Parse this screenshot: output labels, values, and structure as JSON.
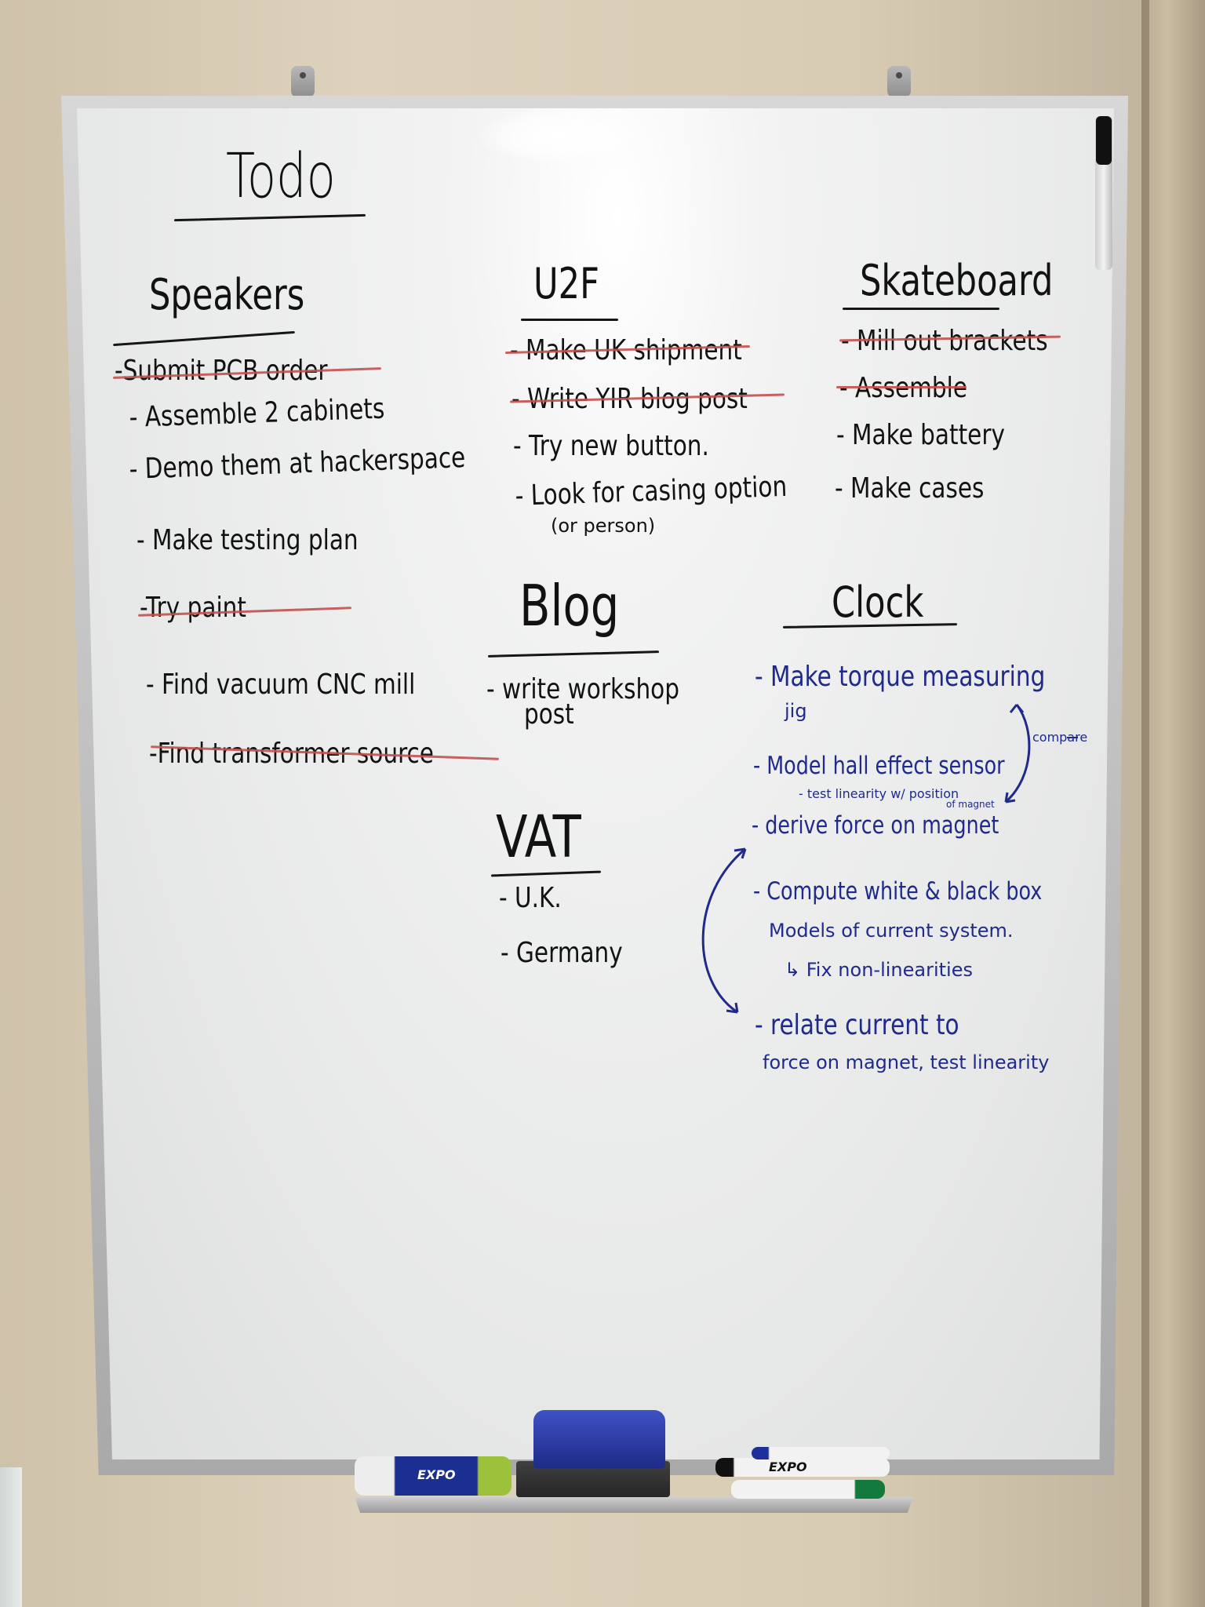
{
  "board": {
    "title": "Todo",
    "sections": {
      "speakers": {
        "heading": "Speakers",
        "items": [
          {
            "text": "-Submit PCB order",
            "done": true
          },
          {
            "text": "- Assemble 2 cabinets",
            "done": false
          },
          {
            "text": "- Demo them at hackerspace",
            "done": false
          },
          {
            "text": "- Make testing plan",
            "done": false
          },
          {
            "text": "-Try paint",
            "done": true
          },
          {
            "text": "- Find vacuum CNC mill",
            "done": false
          },
          {
            "text": "-Find transformer source",
            "done": true
          }
        ]
      },
      "u2f": {
        "heading": "U2F",
        "items": [
          {
            "text": "- Make UK shipment",
            "done": true
          },
          {
            "text": "- Write YIR blog post",
            "done": true
          },
          {
            "text": "- Try new button.",
            "done": false
          },
          {
            "text": "- Look for casing option",
            "done": false,
            "note": "(or person)"
          }
        ]
      },
      "skateboard": {
        "heading": "Skateboard",
        "items": [
          {
            "text": "- Mill out brackets",
            "done": true
          },
          {
            "text": "- Assemble",
            "done": true
          },
          {
            "text": "- Make battery",
            "done": false
          },
          {
            "text": "- Make cases",
            "done": false
          }
        ]
      },
      "blog": {
        "heading": "Blog",
        "items": [
          {
            "text": "- write workshop",
            "done": false,
            "cont": "post"
          }
        ]
      },
      "vat": {
        "heading": "VAT",
        "items": [
          {
            "text": "- U.K.",
            "done": false
          },
          {
            "text": "- Germany",
            "done": false
          }
        ]
      },
      "clock": {
        "heading": "Clock",
        "annotation": "compare",
        "items": [
          {
            "text": "- Make torque measuring",
            "cont": "jig"
          },
          {
            "text": "- Model hall effect sensor",
            "sub": "- test linearity w/ position",
            "sub2": "of magnet"
          },
          {
            "text": "- derive force on magnet"
          },
          {
            "text": "- Compute white & black box",
            "cont": "Models of current system.",
            "sub": "↳ Fix non-linearities"
          },
          {
            "text": "- relate current to",
            "cont": "force on magnet, test linearity"
          }
        ]
      }
    }
  },
  "tray": {
    "spray_brand": "EXPO",
    "marker_brand": "EXPO"
  },
  "colors": {
    "black_ink": "#121212",
    "blue_ink": "#1f2a8a",
    "strike_red": "#c0514f",
    "board": "#eceded",
    "wall": "#d8ccb4"
  }
}
